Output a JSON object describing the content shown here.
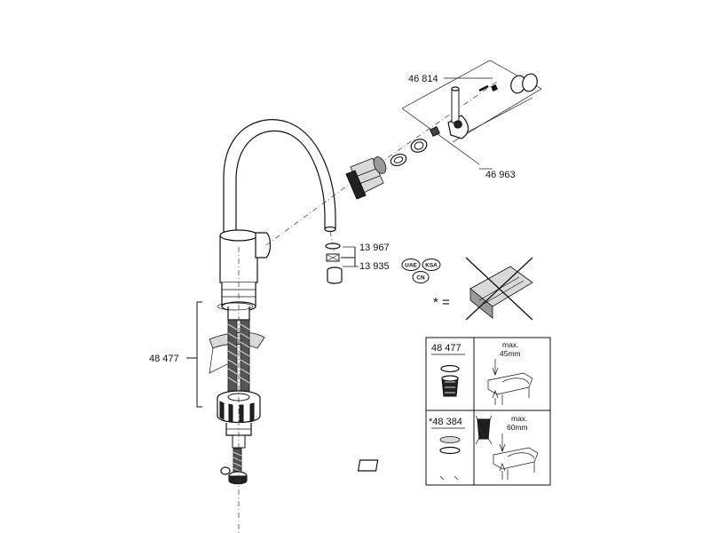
{
  "labels": {
    "part_46814": "46 814",
    "part_46963": "46 963",
    "part_13967": "13 967",
    "part_13935": "13 935",
    "part_48477": "48 477",
    "star_equals": "* ="
  },
  "badges": [
    "UAE",
    "KSA",
    "CN"
  ],
  "table": {
    "row1_code": "48 477",
    "row1_note_line1": "max.",
    "row1_note_line2": "45mm",
    "row2_code": "*48 384",
    "row2_note_line1": "max.",
    "row2_note_line2": "60mm"
  }
}
